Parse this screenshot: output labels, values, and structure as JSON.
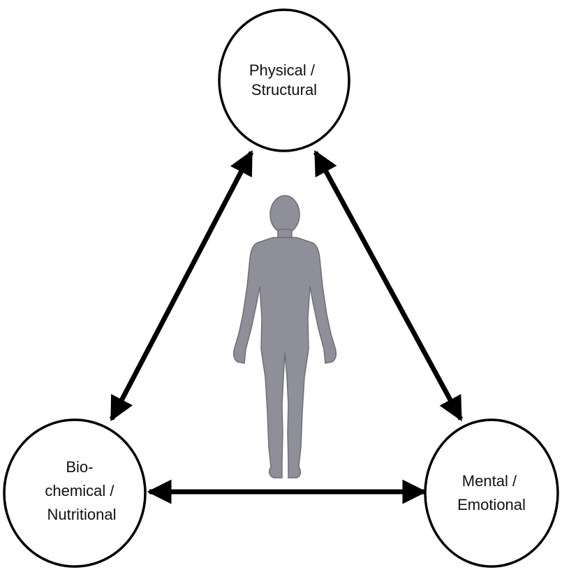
{
  "diagram": {
    "nodes": {
      "physical": {
        "lines": [
          "Physical /",
          "Structural"
        ]
      },
      "biochemical": {
        "lines": [
          "Bio-",
          "chemical /",
          "Nutritional"
        ]
      },
      "mental": {
        "lines": [
          "Mental /",
          "Emotional"
        ]
      }
    },
    "connectors": [
      {
        "from": "biochemical",
        "to": "physical",
        "style": "double-arrow"
      },
      {
        "from": "physical",
        "to": "mental",
        "style": "double-arrow"
      },
      {
        "from": "biochemical",
        "to": "mental",
        "style": "double-arrow"
      }
    ],
    "figure": {
      "icon": "human-figure-icon"
    },
    "colors": {
      "figure_fill": "#8f8f99",
      "stroke": "#000000",
      "background": "#ffffff"
    }
  }
}
